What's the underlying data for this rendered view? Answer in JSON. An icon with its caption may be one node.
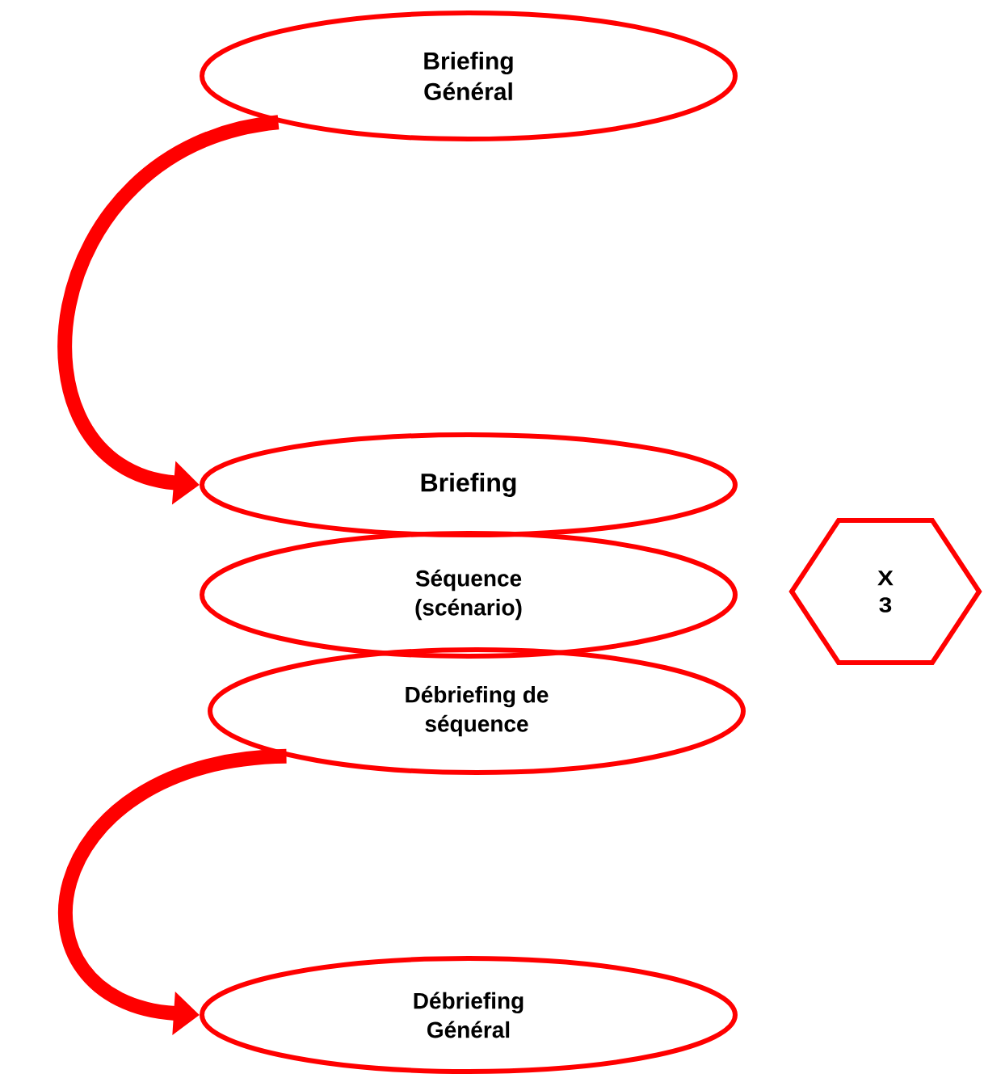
{
  "diagram": {
    "nodes": [
      {
        "text": [
          "Briefing Général"
        ]
      },
      {
        "text": [
          "Briefing"
        ]
      },
      {
        "text": [
          "Séquence (scénario)"
        ]
      },
      {
        "text": [
          "Débriefing de séquence"
        ]
      },
      {
        "text": [
          "X 3"
        ]
      },
      {
        "text": [
          "Débriefing Général"
        ]
      }
    ],
    "edges": [
      {
        "from": 0,
        "to": 1,
        "arrow": "to"
      },
      {
        "from": 3,
        "to": 5,
        "arrow": "to"
      }
    ]
  }
}
